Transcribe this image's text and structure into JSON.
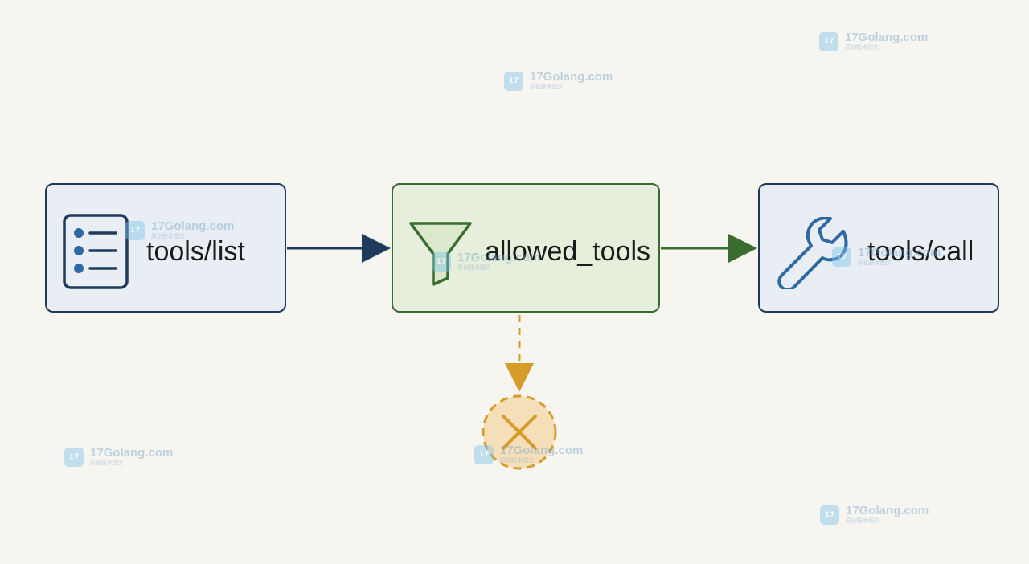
{
  "nodes": {
    "list": {
      "label": "tools/list",
      "icon": "list-icon"
    },
    "filter": {
      "label": "allowed_tools",
      "icon": "funnel-icon"
    },
    "call": {
      "label": "tools/call",
      "icon": "wrench-icon"
    }
  },
  "reject": {
    "icon": "x-icon"
  },
  "watermark": {
    "site": "17Golang.com",
    "sub": "原创技术图文"
  },
  "colors": {
    "background": "#f7f5f0",
    "node_border": "#1f3b5c",
    "node_fill": "#e8eef3",
    "filter_border": "#3a6b2f",
    "filter_fill": "#e6efdb",
    "reject_stroke": "#d79b2a",
    "reject_fill": "#f5dfb8",
    "icon_blue": "#2d6aa3"
  }
}
